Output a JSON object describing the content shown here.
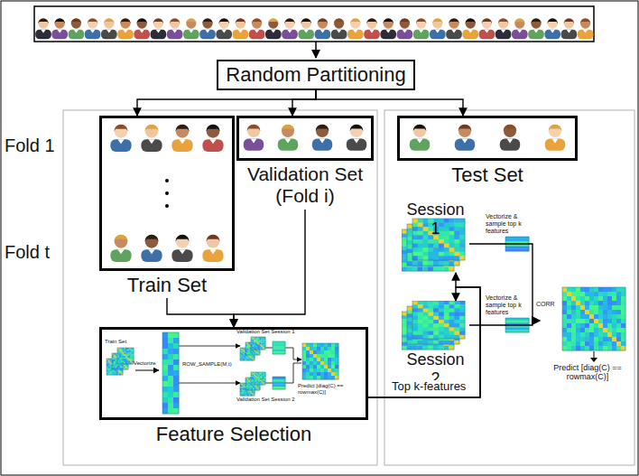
{
  "diagram": {
    "nodes": [
      {
        "text": [
          "Random Partitioning"
        ]
      },
      {
        "text": [
          "Train Set"
        ]
      },
      {
        "text": [
          "Validation Set (Fold i)"
        ]
      },
      {
        "text": [
          "Feature Selection"
        ]
      },
      {
        "text": [
          "Test Set"
        ]
      },
      {
        "text": [
          "Session 1"
        ]
      },
      {
        "text": [
          "Session 2"
        ]
      },
      {
        "text": [
          "Predict [diag(C) == rowmax(C)]"
        ]
      }
    ],
    "edges": [
      {
        "from": 0,
        "to": 1,
        "arrow": "to"
      },
      {
        "from": 0,
        "to": 2,
        "arrow": "to"
      },
      {
        "from": 0,
        "to": 4,
        "arrow": "to"
      },
      {
        "from": 1,
        "to": 3,
        "arrow": "to"
      },
      {
        "from": 2,
        "to": 3,
        "arrow": "to"
      },
      {
        "from": 3,
        "to": 5,
        "label": "Top k-features",
        "arrow": "to"
      },
      {
        "from": 3,
        "to": 6,
        "arrow": "to"
      },
      {
        "from": 5,
        "to": 7,
        "arrow": "to"
      },
      {
        "from": 6,
        "to": 7,
        "arrow": "to"
      }
    ],
    "labels": [
      "Fold 1",
      "Fold t",
      "Train Set",
      "Vectorize",
      "ROW_SAMPLE(M,t)",
      "Validation Set Session 1",
      "Validation Set Session 2",
      "Predict [diag(C) == rowmax(C)]",
      "Vectorize & sample top k features",
      "Vectorize & sample top k features",
      "CORR"
    ]
  }
}
